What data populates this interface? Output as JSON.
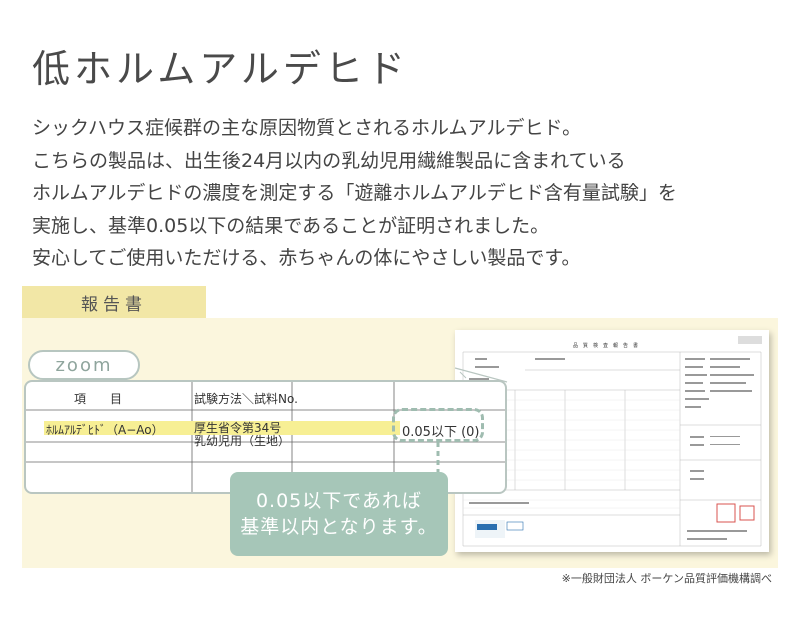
{
  "title": "低ホルムアルデヒド",
  "description": [
    "シックハウス症候群の主な原因物質とされるホルムアルデヒド。",
    "こちらの製品は、出生後24月以内の乳幼児用繊維製品に含まれている",
    "ホルムアルデヒドの濃度を測定する「遊離ホルムアルデヒド含有量試験」を",
    "実施し、基準0.05以下の結果であることが証明されました。",
    "安心してご使用いただける、赤ちゃんの体にやさしい製品です。"
  ],
  "report_label": "報告書",
  "zoom": {
    "badge": "zoom",
    "header_item": "項　　目",
    "header_method": "試験方法＼試料No.",
    "row_item": "ﾎﾙﾑｱﾙﾃﾞﾋﾄﾞ（A−Ao）",
    "row_method_1": "厚生省令第34号",
    "row_method_2": "乳幼児用（生地）",
    "row_result": "0.05以下 (0)"
  },
  "callout": {
    "line1": "0.05以下であれば",
    "line2": "基準以内となります。"
  },
  "document": {
    "heading": "品　質　検　査　報　告　書"
  },
  "source_note": "※一般財団法人 ボーケン品質評価機構調べ",
  "colors": {
    "tab": "#f2e7a6",
    "panel": "#fbf6dd",
    "callout": "#a6c6b8",
    "highlight": "#f7ef94",
    "zoom_border": "#b9c6c1"
  }
}
